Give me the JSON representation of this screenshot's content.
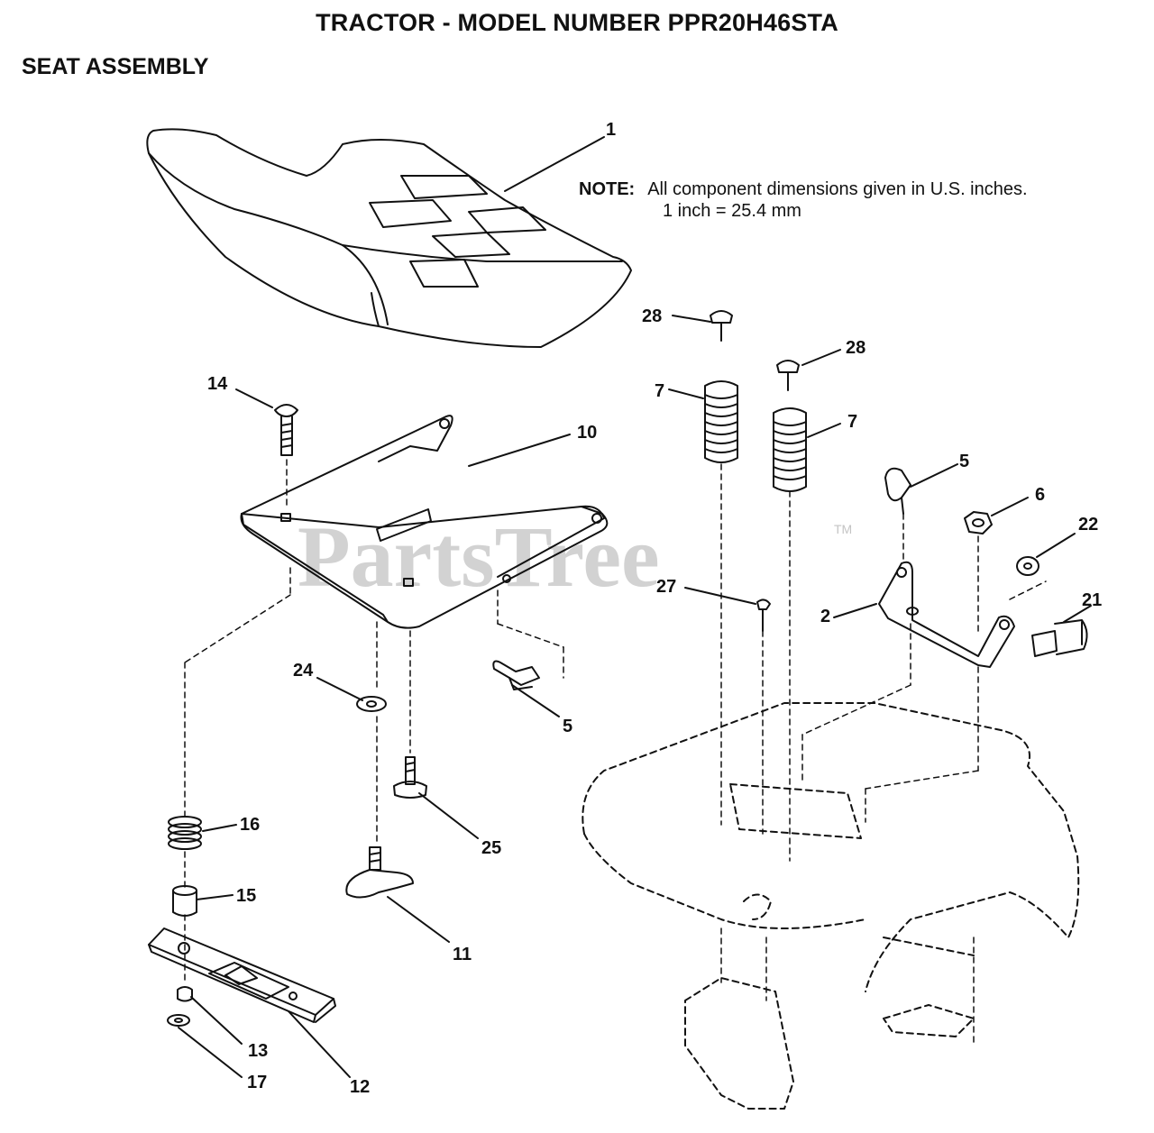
{
  "header": {
    "title": "TRACTOR - MODEL NUMBER PPR20H46STA",
    "subtitle": "SEAT ASSEMBLY"
  },
  "note": {
    "label": "NOTE:",
    "line1": "All component dimensions given in U.S. inches.",
    "line2": "1 inch = 25.4 mm"
  },
  "watermark": {
    "text": "PartsTree",
    "tm": "TM"
  },
  "callouts": [
    {
      "id": "c1",
      "label": "1"
    },
    {
      "id": "c28a",
      "label": "28"
    },
    {
      "id": "c28b",
      "label": "28"
    },
    {
      "id": "c7a",
      "label": "7"
    },
    {
      "id": "c7b",
      "label": "7"
    },
    {
      "id": "c14",
      "label": "14"
    },
    {
      "id": "c10",
      "label": "10"
    },
    {
      "id": "c5a",
      "label": "5"
    },
    {
      "id": "c6",
      "label": "6"
    },
    {
      "id": "c22",
      "label": "22"
    },
    {
      "id": "c21",
      "label": "21"
    },
    {
      "id": "c2",
      "label": "2"
    },
    {
      "id": "c27",
      "label": "27"
    },
    {
      "id": "c5b",
      "label": "5"
    },
    {
      "id": "c24",
      "label": "24"
    },
    {
      "id": "c25",
      "label": "25"
    },
    {
      "id": "c16",
      "label": "16"
    },
    {
      "id": "c15",
      "label": "15"
    },
    {
      "id": "c11",
      "label": "11"
    },
    {
      "id": "c13",
      "label": "13"
    },
    {
      "id": "c12",
      "label": "12"
    },
    {
      "id": "c17",
      "label": "17"
    }
  ]
}
